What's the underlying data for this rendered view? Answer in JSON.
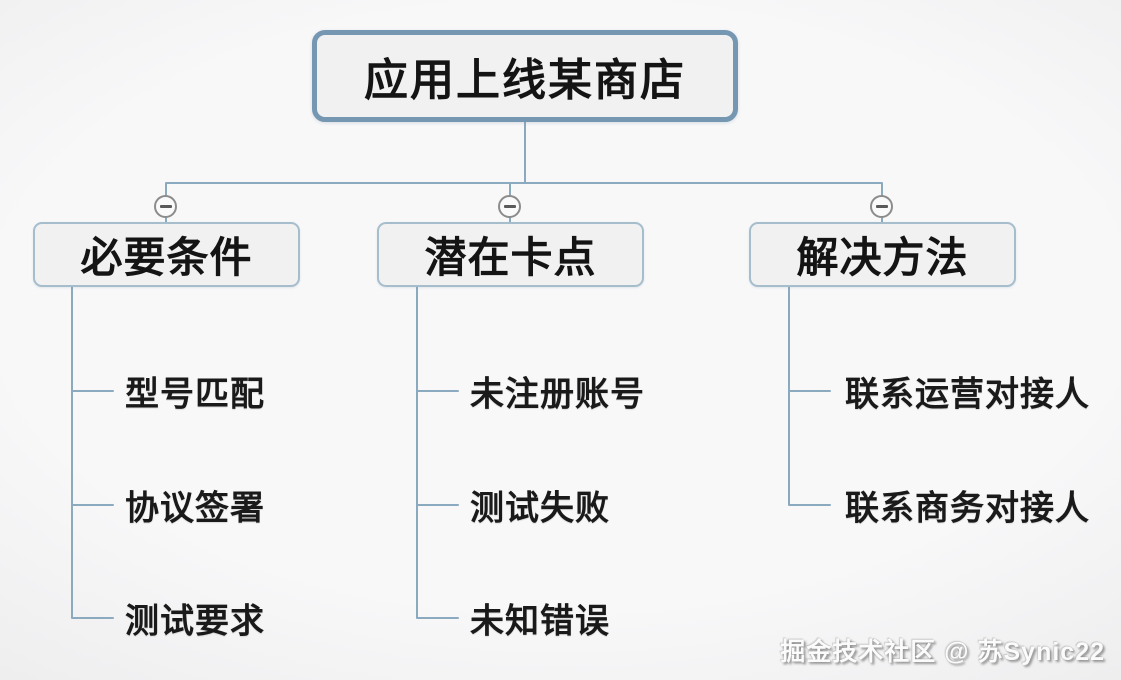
{
  "root": {
    "label": "应用上线某商店"
  },
  "branches": [
    {
      "label": "必要条件",
      "children": [
        "型号匹配",
        "协议签署",
        "测试要求"
      ]
    },
    {
      "label": "潜在卡点",
      "children": [
        "未注册账号",
        "测试失败",
        "未知错误"
      ]
    },
    {
      "label": "解决方法",
      "children": [
        "联系运营对接人",
        "联系商务对接人"
      ]
    }
  ],
  "watermark": {
    "text": "掘金技术社区 @ 苏Synic22"
  },
  "icons": {
    "collapse": "minus-circle-icon"
  },
  "colors": {
    "root_border": "#7697b2",
    "branch_border": "#a6bdcc",
    "connector": "#8caabf",
    "node_fill": "#f1f1f2",
    "text": "#1a1a1a",
    "collapse_border": "#8c8c8c",
    "background": "#f6f6f7"
  }
}
